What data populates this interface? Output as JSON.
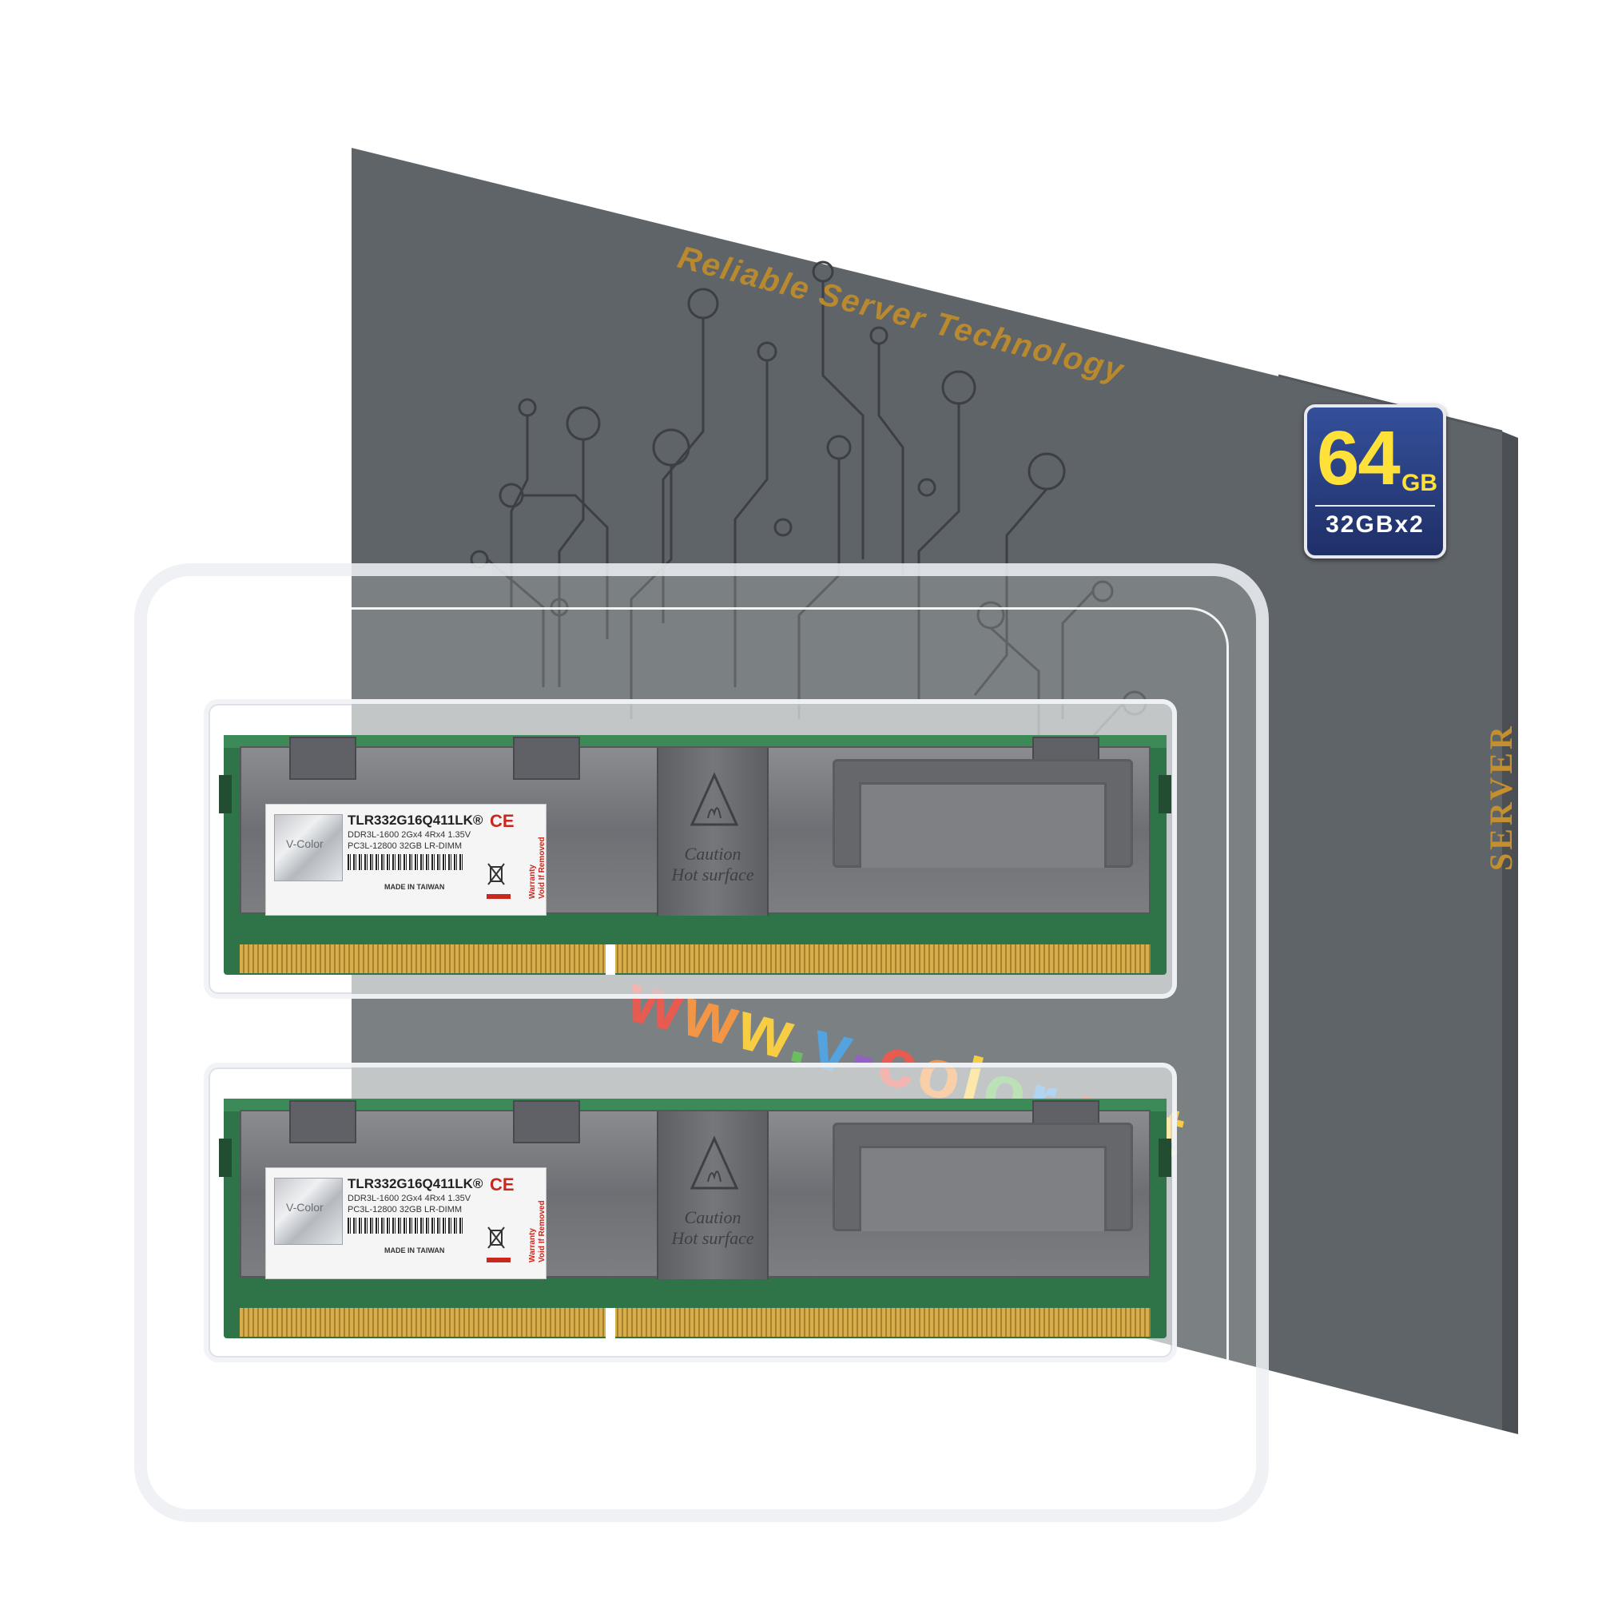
{
  "box": {
    "slogan": "Reliable Server Technology",
    "category": "SERVER",
    "capacity_badge": {
      "value": "64",
      "unit": "GB",
      "configuration": "32GBx2"
    },
    "website": "www.v-color.net",
    "colors": {
      "box_face": "#5f6468",
      "box_side": "#4f5357",
      "gold_text": "#b8892f",
      "badge_blue": "#2b3f82",
      "badge_yellow": "#ffe13a"
    }
  },
  "modules": [
    {
      "label": {
        "model": "TLR332G16Q411LK®",
        "spec_line_1": "DDR3L-1600 2Gx4 4Rx4 1.35V",
        "spec_line_2": "PC3L-12800 32GB LR-DIMM",
        "origin": "MADE IN TAIWAN",
        "warranty": [
          "Warranty",
          "Void If Removed"
        ],
        "hologram": "V-Color",
        "certification": "CE"
      },
      "heatspreader_text": [
        "Caution",
        "Hot surface"
      ]
    },
    {
      "label": {
        "model": "TLR332G16Q411LK®",
        "spec_line_1": "DDR3L-1600 2Gx4 4Rx4 1.35V",
        "spec_line_2": "PC3L-12800 32GB LR-DIMM",
        "origin": "MADE IN TAIWAN",
        "warranty": [
          "Warranty",
          "Void If Removed"
        ],
        "hologram": "V-Color",
        "certification": "CE"
      },
      "heatspreader_text": [
        "Caution",
        "Hot surface"
      ]
    }
  ]
}
